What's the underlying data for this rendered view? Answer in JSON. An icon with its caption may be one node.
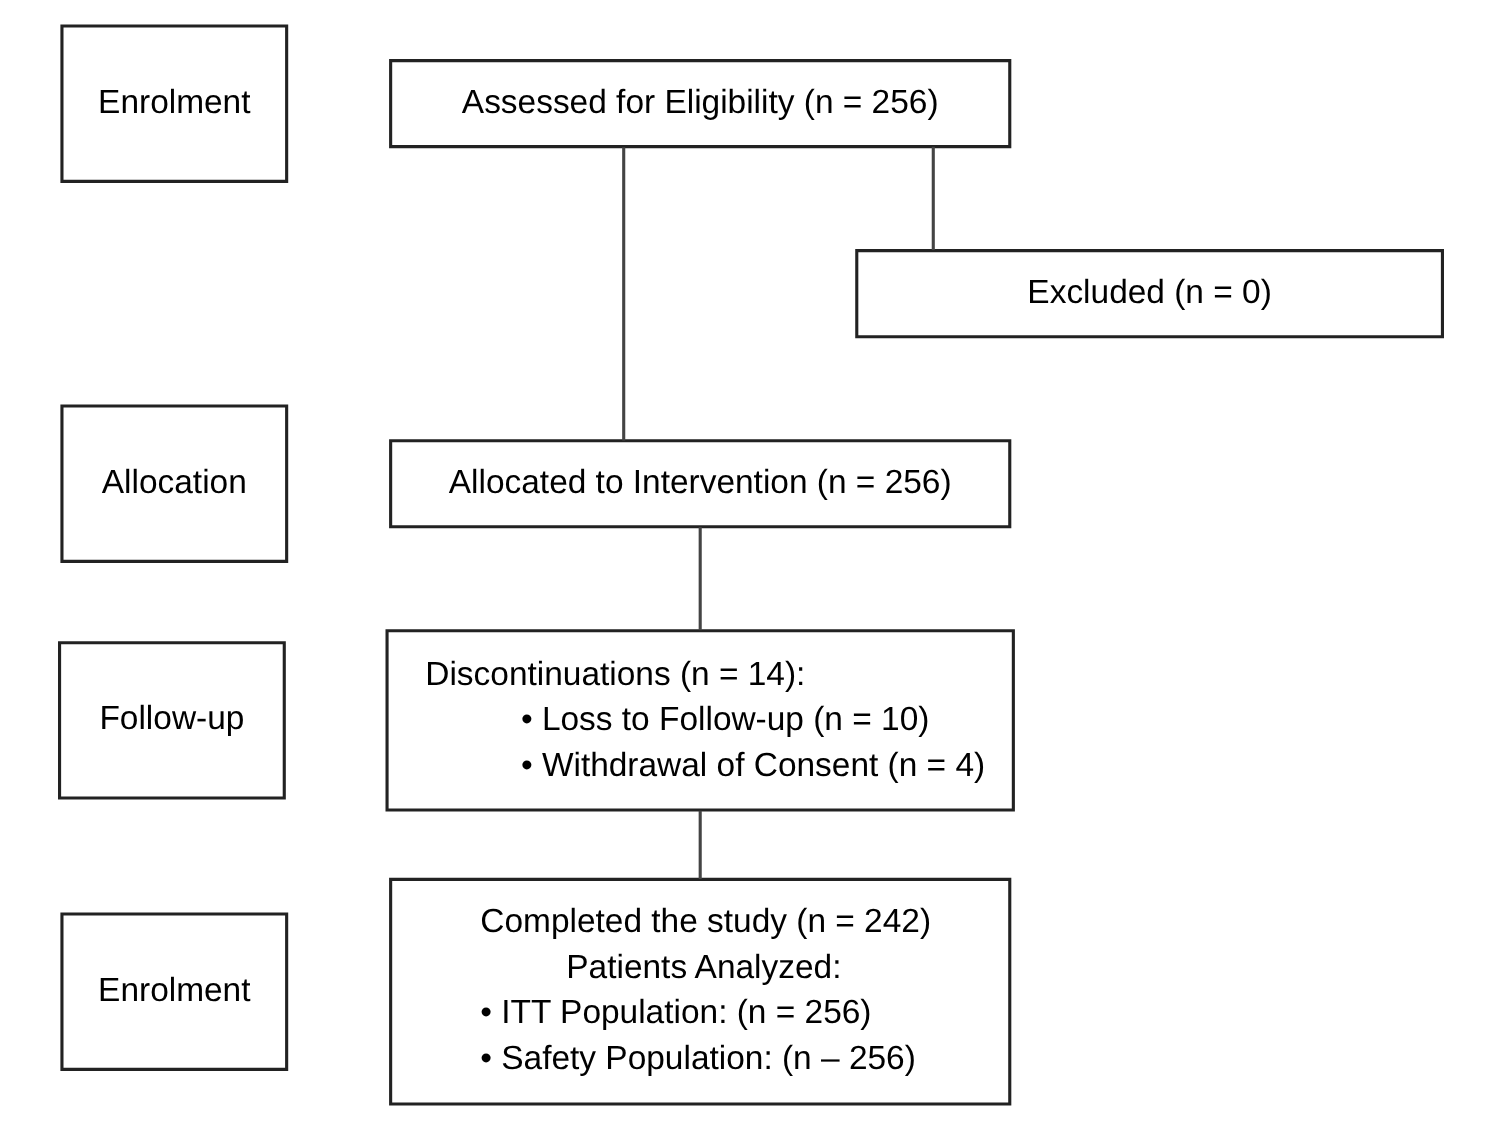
{
  "diagram": {
    "nodes": [
      {
        "text": [
          "Enrolment"
        ]
      },
      {
        "text": [
          "Assessed for Eligibility (n = 256)"
        ]
      },
      {
        "text": [
          "Excluded (n = 0)"
        ]
      },
      {
        "text": [
          "Allocation"
        ]
      },
      {
        "text": [
          "Allocated to Intervention (n = 256)"
        ]
      },
      {
        "text": [
          "Follow-up"
        ]
      },
      {
        "text": [
          "Discontinuations (n = 14):",
          "• Loss to Follow-up (n = 10)",
          "• Withdrawal of Consent (n = 4)"
        ]
      },
      {
        "text": [
          "Enrolment"
        ]
      },
      {
        "text": [
          "Completed the study (n = 242)",
          "Patients Analyzed:",
          "• ITT Population: (n = 256)",
          "• Safety Population: (n – 256)"
        ]
      }
    ],
    "edges": [
      {
        "from": 1,
        "to": 4,
        "arrow": "none"
      },
      {
        "from": 1,
        "to": 2,
        "arrow": "none"
      },
      {
        "from": 4,
        "to": 6,
        "arrow": "none"
      },
      {
        "from": 6,
        "to": 8,
        "arrow": "none"
      }
    ]
  }
}
